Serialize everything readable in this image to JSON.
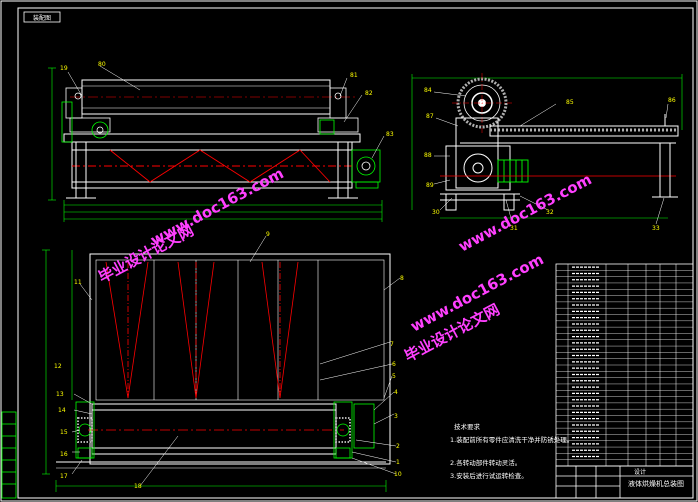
{
  "title_tag": "装配图",
  "callouts_top_left": [
    "19",
    "80",
    "81",
    "82",
    "83"
  ],
  "callouts_top_right": [
    "84",
    "85",
    "86",
    "87",
    "88",
    "89",
    "30",
    "31",
    "32",
    "33"
  ],
  "callouts_plan": [
    "9",
    "8",
    "7",
    "6",
    "5",
    "4",
    "3",
    "2",
    "1",
    "10",
    "11",
    "12",
    "13",
    "14",
    "15",
    "16",
    "17",
    "18"
  ],
  "tech_req": {
    "heading": "技术要求",
    "lines": [
      "1.装配前所有零件应清洗干净并防锈处理。",
      "2.各转动部件转动灵活。",
      "3.安装后进行试运转检查。"
    ]
  },
  "title_block": {
    "name": "液体烘燥机总装图",
    "designer_label": "设计"
  },
  "watermarks": [
    "www.doc163.com",
    "毕业设计论文网",
    "www.doc163.com",
    "毕业设计论文网",
    "www.doc163.com"
  ],
  "bom_rows": 32,
  "colors": {
    "frame": "#ffffff",
    "part": "#00ff00",
    "centerline": "#ff0000",
    "callout": "#ffff00",
    "watermark": "#ff40ff",
    "gear": "#b0b0b0"
  }
}
